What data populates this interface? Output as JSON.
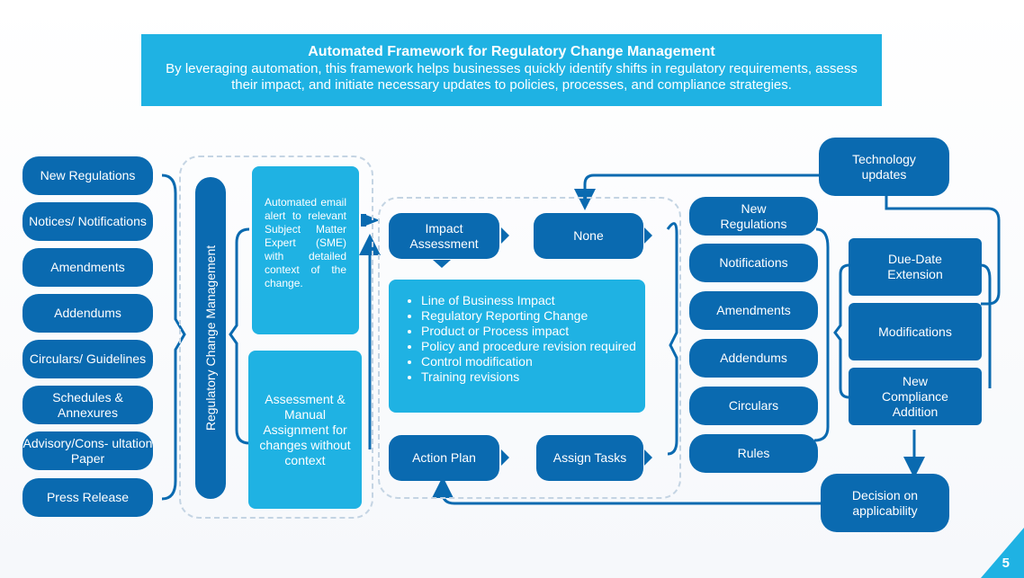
{
  "header": {
    "title": "Automated Framework for Regulatory Change Management",
    "subtitle": "By leveraging automation, this framework helps businesses quickly identify shifts in regulatory requirements, assess their impact, and initiate necessary updates to policies, processes, and compliance strategies."
  },
  "sources": [
    "New Regulations",
    "Notices/ Notifications",
    "Amendments",
    "Addendums",
    "Circulars/ Guidelines",
    "Schedules & Annexures",
    "Advisory/Cons- ultation Paper",
    "Press Release"
  ],
  "rcm_label": "Regulatory Change Management",
  "sme_text": "Automated email alert to relevant Subject Matter Expert (SME) with detailed context of the change.",
  "manual_text": "Assessment & Manual Assignment for changes without context",
  "impact_assessment": "Impact Assessment",
  "none": "None",
  "impact_items": [
    "Line of Business Impact",
    "Regulatory Reporting Change",
    "Product or Process impact",
    "Policy and procedure revision required",
    "Control modification",
    "Training revisions"
  ],
  "action_plan": "Action Plan",
  "assign_tasks": "Assign Tasks",
  "outputs": [
    "New Regulations",
    "Notifications",
    "Amendments",
    "Addendums",
    "Circulars",
    "Rules"
  ],
  "technology_updates": "Technology updates",
  "right_options": [
    "Due-Date Extension",
    "Modifications",
    "New Compliance Addition"
  ],
  "decision": "Decision on applicability",
  "page_number": "5",
  "colors": {
    "dark_blue": "#0a6ab0",
    "light_blue": "#1fb2e3",
    "dash": "#c4d4e3"
  }
}
